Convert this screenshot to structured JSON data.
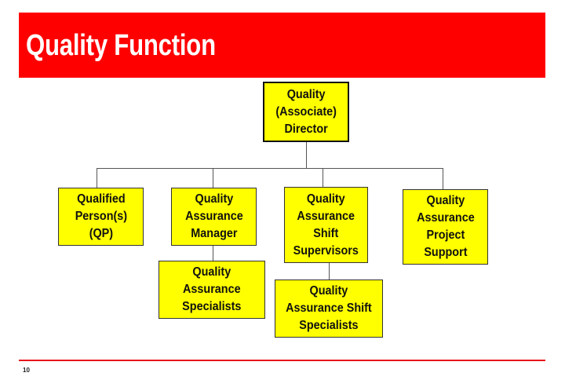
{
  "header": {
    "title": "Quality Function",
    "banner_color": "#ff0000"
  },
  "org_chart": {
    "root": {
      "label": "Quality\n(Associate)\nDirector"
    },
    "level2": [
      {
        "label": "Qualified\nPerson(s)\n(QP)"
      },
      {
        "label": "Quality\nAssurance\nManager"
      },
      {
        "label": "Quality\nAssurance\nShift\nSupervisors"
      },
      {
        "label": "Quality\nAssurance\nProject\nSupport"
      }
    ],
    "level3": [
      {
        "label": "Quality\nAssurance\nSpecialists",
        "parent": "Quality Assurance Manager"
      },
      {
        "label": "Quality\nAssurance Shift\nSpecialists",
        "parent": "Quality Assurance Shift Supervisors"
      }
    ],
    "box_color": "#ffff00"
  },
  "footer": {
    "page_number": "10",
    "line_color": "#e8151b"
  }
}
